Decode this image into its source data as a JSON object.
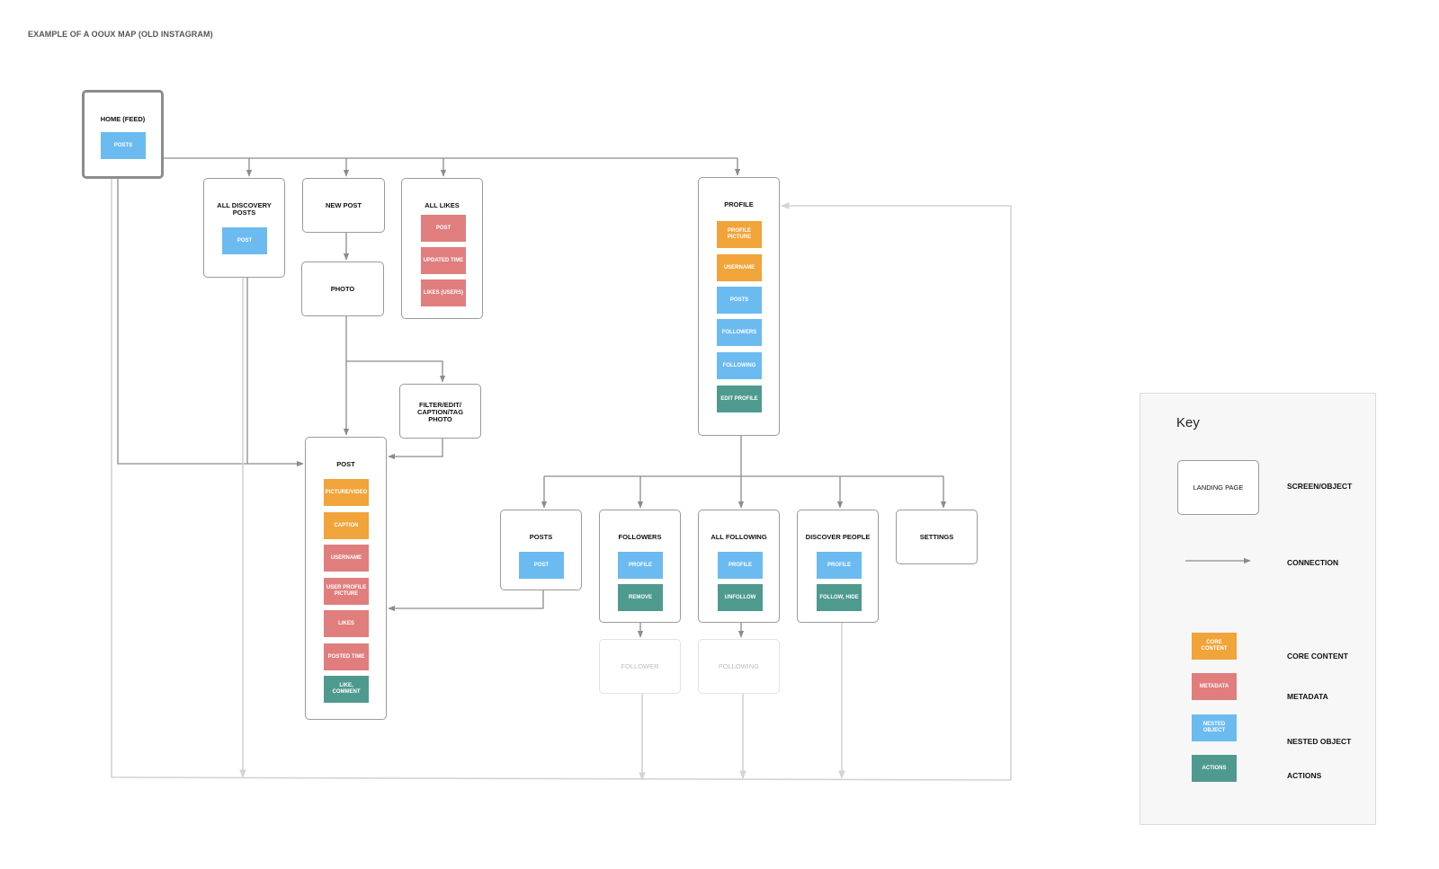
{
  "page_title": "EXAMPLE OF A OOUX MAP (OLD INSTAGRAM)",
  "colors": {
    "core_content": "#f0a43a",
    "metadata": "#e07e7e",
    "nested_object": "#6cbbf0",
    "actions": "#4f9a8f",
    "connector": "#8c8c8c",
    "connector_faded": "#d4d4d4"
  },
  "boxes": {
    "home": {
      "title": "HOME (FEED)",
      "tiles": [
        {
          "label": "POSTS",
          "kind": "nested_object"
        }
      ]
    },
    "all_discovery": {
      "title": "ALL DISCOVERY\nPOSTS",
      "tiles": [
        {
          "label": "POST",
          "kind": "nested_object"
        }
      ]
    },
    "new_post": {
      "title": "NEW POST",
      "tiles": []
    },
    "photo": {
      "title": "PHOTO",
      "tiles": []
    },
    "all_likes": {
      "title": "ALL LIKES",
      "tiles": [
        {
          "label": "POST",
          "kind": "metadata"
        },
        {
          "label": "UPDATED TIME",
          "kind": "metadata"
        },
        {
          "label": "LIKES (USERS)",
          "kind": "metadata"
        }
      ]
    },
    "filter_edit": {
      "title": "FILTER/EDIT/\nCAPTION/TAG\nPHOTO",
      "tiles": []
    },
    "post": {
      "title": "POST",
      "tiles": [
        {
          "label": "PICTURE/VIDEO",
          "kind": "core_content"
        },
        {
          "label": "CAPTION",
          "kind": "core_content"
        },
        {
          "label": "USERNAME",
          "kind": "metadata"
        },
        {
          "label": "USER PROFILE\nPICTURE",
          "kind": "metadata"
        },
        {
          "label": "LIKES",
          "kind": "metadata"
        },
        {
          "label": "POSTED TIME",
          "kind": "metadata"
        },
        {
          "label": "LIKE,\nCOMMENT",
          "kind": "actions"
        }
      ]
    },
    "profile": {
      "title": "PROFILE",
      "tiles": [
        {
          "label": "PROFILE\nPICTURE",
          "kind": "core_content"
        },
        {
          "label": "USERNAME",
          "kind": "core_content"
        },
        {
          "label": "POSTS",
          "kind": "nested_object"
        },
        {
          "label": "FOLLOWERS",
          "kind": "nested_object"
        },
        {
          "label": "FOLLOWING",
          "kind": "nested_object"
        },
        {
          "label": "EDIT PROFILE",
          "kind": "actions"
        }
      ]
    },
    "posts": {
      "title": "POSTS",
      "tiles": [
        {
          "label": "POST",
          "kind": "nested_object"
        }
      ]
    },
    "followers": {
      "title": "FOLLOWERS",
      "tiles": [
        {
          "label": "PROFILE",
          "kind": "nested_object"
        },
        {
          "label": "REMOVE",
          "kind": "actions"
        }
      ]
    },
    "all_following": {
      "title": "ALL FOLLOWING",
      "tiles": [
        {
          "label": "PROFILE",
          "kind": "nested_object"
        },
        {
          "label": "UNFOLLOW",
          "kind": "actions"
        }
      ]
    },
    "discover_people": {
      "title": "DISCOVER PEOPLE",
      "tiles": [
        {
          "label": "PROFILE",
          "kind": "nested_object"
        },
        {
          "label": "FOLLOW, HIDE",
          "kind": "actions"
        }
      ]
    },
    "settings": {
      "title": "SETTINGS",
      "tiles": []
    },
    "follower": {
      "title": "FOLLOWER",
      "tiles": []
    },
    "following": {
      "title": "FOLLOWING",
      "tiles": []
    }
  },
  "key": {
    "title": "Key",
    "landing_box_label": "LANDING PAGE",
    "screen_object_label": "SCREEN/OBJECT",
    "connection_label": "CONNECTION",
    "core_content_swatch": "CORE\nCONTENT",
    "core_content_label": "CORE CONTENT",
    "metadata_swatch": "METADATA",
    "metadata_label": "METADATA",
    "nested_object_swatch": "NESTED\nOBJECT",
    "nested_object_label": "NESTED OBJECT",
    "actions_swatch": "ACTIONS",
    "actions_label": "ACTIONS"
  }
}
